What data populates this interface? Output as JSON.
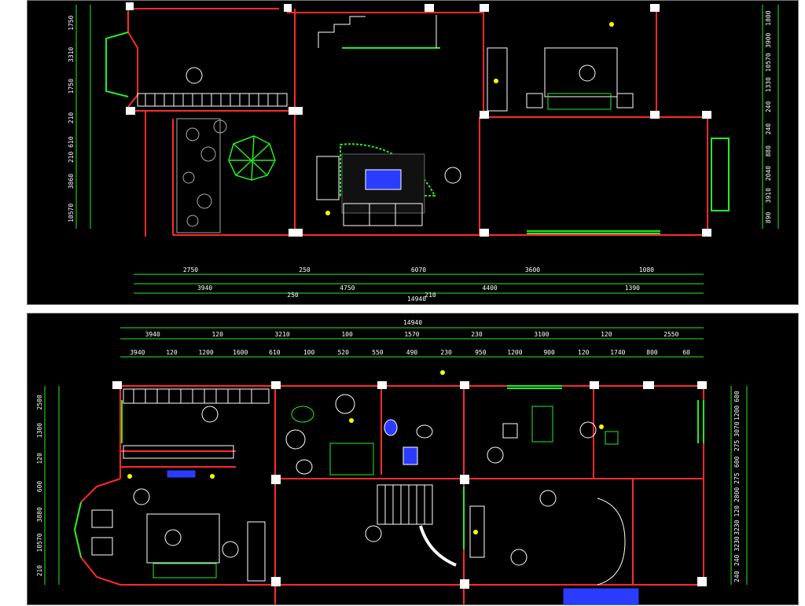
{
  "colors": {
    "background": "#000000",
    "wall": "#ff2a2a",
    "dimension": "#22ee22",
    "window": "#22ee22",
    "furniture": "#ffffff",
    "marker": "#ffff00",
    "fixture": "#2a3cff",
    "column": "#ffffff"
  },
  "top_plan": {
    "dims_bottom_row1": [
      "2750",
      "250",
      "6070",
      "3600",
      "1080"
    ],
    "dims_bottom_row2": [
      "3940",
      "4750",
      "4400",
      "1390"
    ],
    "dims_bottom_row3": [
      "250",
      "210"
    ],
    "dims_bottom_total": "14940",
    "dims_left": [
      "1750",
      "3310",
      "1750",
      "210",
      "210 610",
      "3860",
      "10570"
    ],
    "dims_right": [
      "1800",
      "3900",
      "10570",
      "1330",
      "240",
      "240",
      "880",
      "2040",
      "3910",
      "890"
    ]
  },
  "bottom_plan": {
    "dims_top_total": "14940",
    "dims_top_row1": [
      "3940",
      "120",
      "3210",
      "100",
      "1570",
      "230",
      "3100",
      "120",
      "2550"
    ],
    "dims_top_row2": [
      "3940",
      "120",
      "1200",
      "1600",
      "610",
      "100",
      "520",
      "550",
      "490",
      "230",
      "950",
      "1200",
      "900",
      "120",
      "1740",
      "800",
      "60"
    ],
    "dims_left": [
      "2500",
      "1300",
      "120",
      "600",
      "3880",
      "10570",
      "210"
    ],
    "dims_right": [
      "600",
      "1200",
      "3070",
      "275",
      "600",
      "275",
      "2800",
      "120",
      "3230",
      "3230",
      "240",
      "240"
    ]
  }
}
